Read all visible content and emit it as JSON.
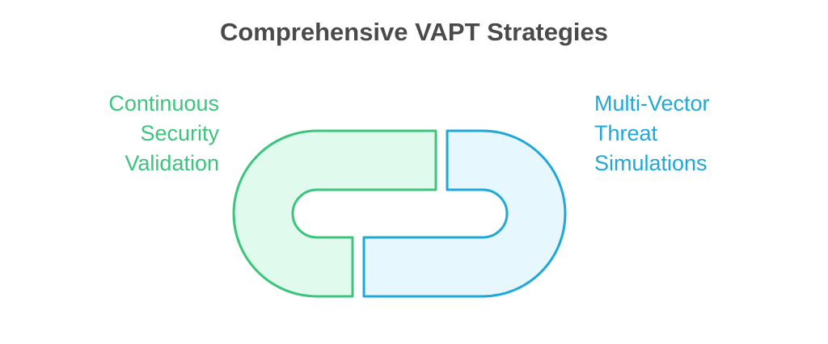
{
  "title": "Comprehensive VAPT Strategies",
  "left_label": {
    "lines": [
      "Continuous",
      "Security",
      "Validation"
    ],
    "color": "#3cc47c"
  },
  "right_label": {
    "lines": [
      "Multi-Vector",
      "Threat",
      "Simulations"
    ],
    "color": "#1fa8d8"
  },
  "shapes": {
    "left_link": {
      "stroke": "#3cc47c",
      "fill": "#e0fbee"
    },
    "right_link": {
      "stroke": "#1fa8d8",
      "fill": "#e6f7fd"
    }
  }
}
